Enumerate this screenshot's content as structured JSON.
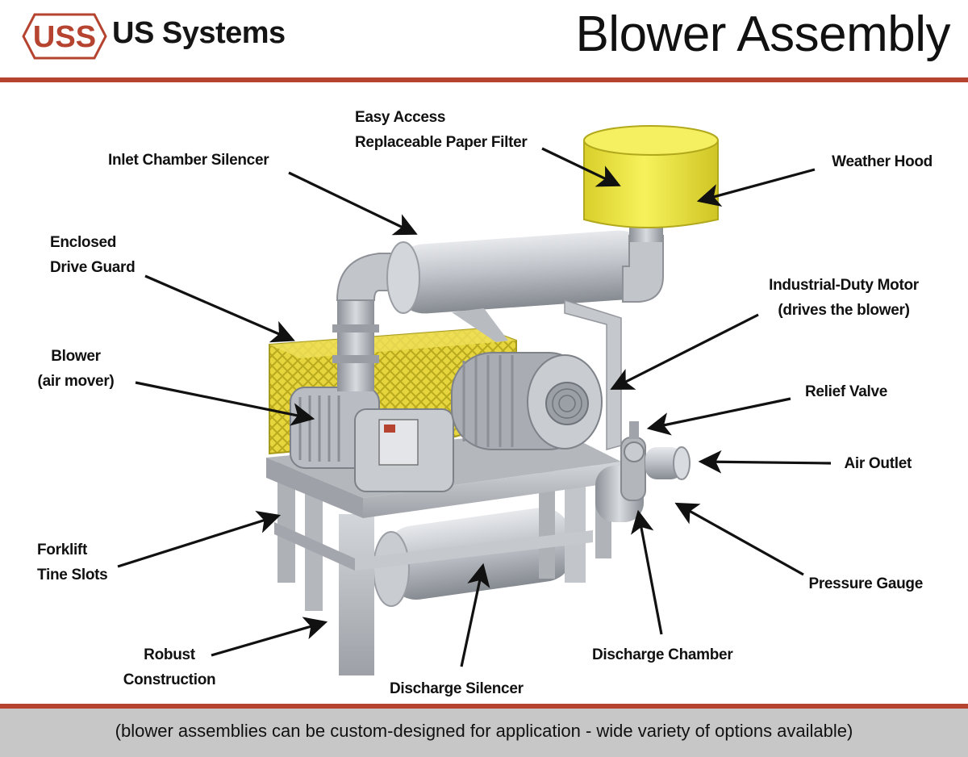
{
  "brand": {
    "logo_text": "USS",
    "name": "US Systems"
  },
  "title": "Blower Assembly",
  "labels": {
    "filter": [
      "Easy Access",
      "Replaceable Paper Filter"
    ],
    "inlet_silencer": [
      "Inlet Chamber Silencer"
    ],
    "weather_hood": [
      "Weather Hood"
    ],
    "drive_guard": [
      "Enclosed",
      "Drive Guard"
    ],
    "motor": [
      "Industrial-Duty Motor",
      "(drives the blower)"
    ],
    "blower": [
      "Blower",
      "(air mover)"
    ],
    "relief_valve": [
      "Relief Valve"
    ],
    "air_outlet": [
      "Air Outlet"
    ],
    "forklift": [
      "Forklift",
      "Tine Slots"
    ],
    "pressure_gauge": [
      "Pressure Gauge"
    ],
    "robust": [
      "Robust",
      "Construction"
    ],
    "discharge_chamber": [
      "Discharge Chamber"
    ],
    "discharge_silencer": [
      "Discharge Silencer"
    ]
  },
  "footer_note": "(blower assemblies can be custom-designed for application - wide variety of options available)",
  "colors": {
    "accent": "#b5432f",
    "footer_bg": "#c7c7c7",
    "machine_gray": "#b8bcc2",
    "guard_yellow": "#e4d43a",
    "hood_yellow": "#f2ec4a"
  }
}
